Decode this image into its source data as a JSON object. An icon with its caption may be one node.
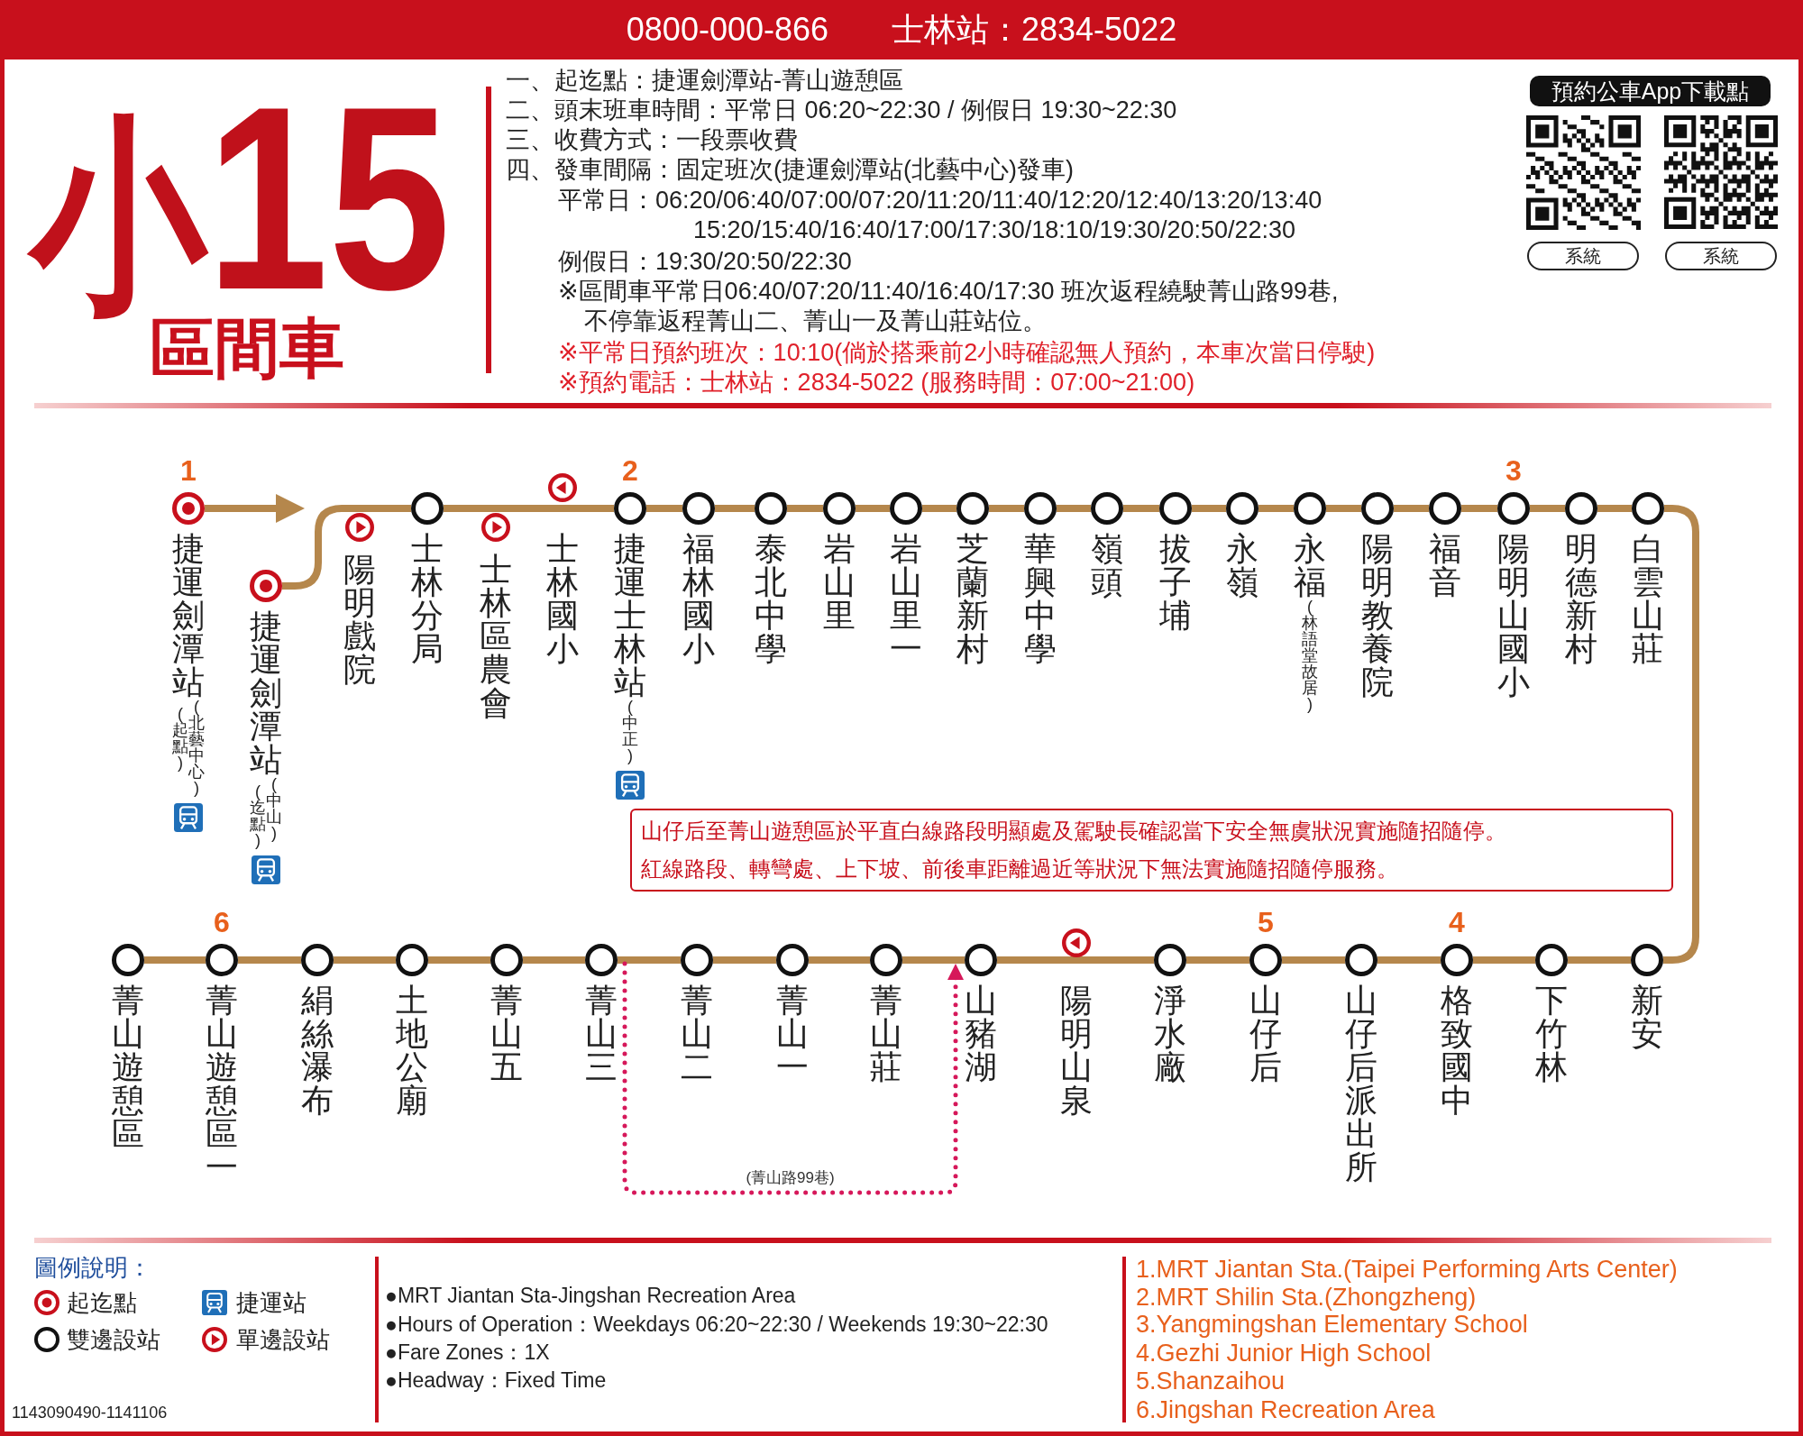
{
  "diagram": {
    "title": "小15",
    "nodes": [
      {
        "text": [
          "0800-000-866",
          "士林站：2834-5022"
        ]
      },
      {
        "text": [
          "預約公車App下載點"
        ]
      },
      {
        "text": [
          "系統"
        ]
      },
      {
        "text": [
          "系統"
        ]
      },
      {
        "text": [
          "捷運劍潭站",
          "(起點)",
          "(北藝中心)"
        ],
        "beside": [
          "1"
        ]
      },
      {
        "text": [
          "捷運劍潭站",
          "(迄點)",
          "(中山)"
        ]
      },
      {
        "text": [
          "陽明戲院"
        ]
      },
      {
        "text": [
          "士林分局"
        ]
      },
      {
        "text": [
          "士林區農會"
        ]
      },
      {
        "text": [
          "士林國小"
        ]
      },
      {
        "text": [
          "捷運士林站",
          "(中正)"
        ],
        "beside": [
          "2"
        ]
      },
      {
        "text": [
          "福林國小"
        ]
      },
      {
        "text": [
          "泰北中學"
        ]
      },
      {
        "text": [
          "岩山里"
        ]
      },
      {
        "text": [
          "岩山里一"
        ]
      },
      {
        "text": [
          "芝蘭新村"
        ]
      },
      {
        "text": [
          "華興中學"
        ]
      },
      {
        "text": [
          "嶺頭"
        ]
      },
      {
        "text": [
          "拔子埔"
        ]
      },
      {
        "text": [
          "永嶺"
        ]
      },
      {
        "text": [
          "永福",
          "(林語堂故居)"
        ]
      },
      {
        "text": [
          "陽明教養院"
        ]
      },
      {
        "text": [
          "福音"
        ]
      },
      {
        "text": [
          "陽明山國小"
        ],
        "beside": [
          "3"
        ]
      },
      {
        "text": [
          "明德新村"
        ]
      },
      {
        "text": [
          "白雲山莊"
        ]
      },
      {
        "text": [
          "山仔后至菁山遊憩區於平直白線路段明顯處及駕駛長確認當下安全無虞狀況實施隨招隨停。",
          "紅線路段、轉彎處、上下坡、前後車距離過近等狀況下無法實施隨招隨停服務。"
        ]
      },
      {
        "text": [
          "菁山遊憩區"
        ]
      },
      {
        "text": [
          "菁山遊憩區一"
        ],
        "beside": [
          "6"
        ]
      },
      {
        "text": [
          "絹絲瀑布"
        ]
      },
      {
        "text": [
          "土地公廟"
        ]
      },
      {
        "text": [
          "菁山五"
        ]
      },
      {
        "text": [
          "菁山三"
        ]
      },
      {
        "text": [
          "菁山二"
        ]
      },
      {
        "text": [
          "菁山一"
        ]
      },
      {
        "text": [
          "菁山莊"
        ]
      },
      {
        "text": [
          "山豬湖"
        ]
      },
      {
        "text": [
          "陽明山泉"
        ]
      },
      {
        "text": [
          "淨水廠"
        ]
      },
      {
        "text": [
          "山仔后"
        ],
        "beside": [
          "5"
        ]
      },
      {
        "text": [
          "山仔后派出所"
        ]
      },
      {
        "text": [
          "格致國中"
        ],
        "beside": [
          "4"
        ]
      },
      {
        "text": [
          "下竹林"
        ]
      },
      {
        "text": [
          "新安"
        ]
      }
    ],
    "edges": [
      {
        "from": 4,
        "to": null,
        "arrow": "to"
      },
      {
        "from": 5,
        "to": 7,
        "arrow": "none"
      },
      {
        "from": 7,
        "to": 10,
        "arrow": "none"
      },
      {
        "from": 10,
        "to": 11,
        "arrow": "none"
      },
      {
        "from": 11,
        "to": 12,
        "arrow": "none"
      },
      {
        "from": 12,
        "to": 13,
        "arrow": "none"
      },
      {
        "from": 13,
        "to": 14,
        "arrow": "none"
      },
      {
        "from": 14,
        "to": 15,
        "arrow": "none"
      },
      {
        "from": 15,
        "to": 16,
        "arrow": "none"
      },
      {
        "from": 16,
        "to": 17,
        "arrow": "none"
      },
      {
        "from": 17,
        "to": 18,
        "arrow": "none"
      },
      {
        "from": 18,
        "to": 19,
        "arrow": "none"
      },
      {
        "from": 19,
        "to": 20,
        "arrow": "none"
      },
      {
        "from": 20,
        "to": 21,
        "arrow": "none"
      },
      {
        "from": 21,
        "to": 22,
        "arrow": "none"
      },
      {
        "from": 22,
        "to": 23,
        "arrow": "none"
      },
      {
        "from": 23,
        "to": 24,
        "arrow": "none"
      },
      {
        "from": 24,
        "to": 25,
        "arrow": "none"
      },
      {
        "from": 25,
        "to": 43,
        "arrow": "none"
      },
      {
        "from": 43,
        "to": 42,
        "arrow": "none"
      },
      {
        "from": 42,
        "to": 41,
        "arrow": "none"
      },
      {
        "from": 41,
        "to": 40,
        "arrow": "none"
      },
      {
        "from": 40,
        "to": 39,
        "arrow": "none"
      },
      {
        "from": 39,
        "to": 38,
        "arrow": "none"
      },
      {
        "from": 38,
        "to": 36,
        "arrow": "none"
      },
      {
        "from": 36,
        "to": 35,
        "arrow": "none"
      },
      {
        "from": 35,
        "to": 34,
        "arrow": "none"
      },
      {
        "from": 34,
        "to": 33,
        "arrow": "none"
      },
      {
        "from": 33,
        "to": 32,
        "arrow": "none"
      },
      {
        "from": 32,
        "to": 31,
        "arrow": "none"
      },
      {
        "from": 31,
        "to": 30,
        "arrow": "none"
      },
      {
        "from": 30,
        "to": 29,
        "arrow": "none"
      },
      {
        "from": 29,
        "to": 28,
        "arrow": "none"
      },
      {
        "from": 28,
        "to": 27,
        "arrow": "none"
      },
      {
        "from": 32,
        "to": 36,
        "arrow": "to",
        "style": "dashed",
        "color": "#d6185a",
        "label": "(菁山路99巷)"
      }
    ],
    "labels": [
      "區間車",
      "一、起迄點：捷運劍潭站-菁山遊憩區",
      "二、頭末班車時間：平常日 06:20~22:30 / 例假日 19:30~22:30",
      "三、收費方式：一段票收費",
      "四、發車間隔：固定班次(捷運劍潭站(北藝中心)發車)",
      "平常日：06:20/06:40/07:00/07:20/11:20/11:40/12:20/12:40/13:20/13:40 15:20/15:40/16:40/17:00/17:30/18:10/19:30/20:50/22:30",
      "例假日：19:30/20:50/22:30",
      "※區間車平常日06:40/07:20/11:40/16:40/17:30 班次返程繞駛菁山路99巷,不停靠返程菁山二、菁山一及菁山莊站位。",
      "※平常日預約班次：10:10(倘於搭乘前2小時確認無人預約，本車次當日停駛)",
      "※預約電話：士林站：2834-5022 (服務時間：07:00~21:00)",
      "圖例說明：",
      "●MRT Jiantan Sta-Jingshan Recreation Area",
      "●Hours of Operation：Weekdays 06:20~22:30 / Weekends 19:30~22:30",
      "●Fare Zones：1X",
      "●Headway：Fixed Time",
      "1.MRT Jiantan Sta.(Taipei Performing Arts Center)",
      "2.MRT Shilin Sta.(Zhongzheng)",
      "3.Yangmingshan Elementary School",
      "4.Gezhi Junior High School",
      "5.Shanzaihou",
      "6.Jingshan Recreation Area",
      "1143090490-1141106"
    ],
    "legend": [
      {
        "text": "起迄點"
      },
      {
        "text": "捷運站"
      },
      {
        "text": "雙邊設站"
      },
      {
        "text": "單邊設站"
      }
    ]
  }
}
